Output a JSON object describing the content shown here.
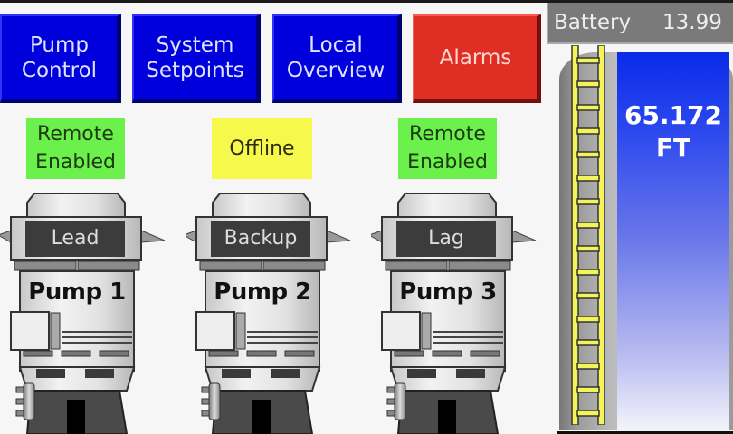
{
  "nav": {
    "buttons": [
      {
        "label": "Pump\nControl",
        "color": "#0000dd"
      },
      {
        "label": "System\nSetpoints",
        "color": "#0000dd"
      },
      {
        "label": "Local\nOverview",
        "color": "#0000dd"
      },
      {
        "label": "Alarms",
        "color": "#e02e24"
      }
    ]
  },
  "battery": {
    "label": "Battery",
    "value": "13.99"
  },
  "tank": {
    "level_value": "65.172",
    "unit": "FT"
  },
  "pumps": [
    {
      "name": "Pump 1",
      "mode": "Lead",
      "status": "Remote\nEnabled",
      "status_color": "#6cf04c"
    },
    {
      "name": "Pump 2",
      "mode": "Backup",
      "status": "Offline",
      "status_color": "#f6f94c"
    },
    {
      "name": "Pump 3",
      "mode": "Lag",
      "status": "Remote\nEnabled",
      "status_color": "#6cf04c"
    }
  ]
}
